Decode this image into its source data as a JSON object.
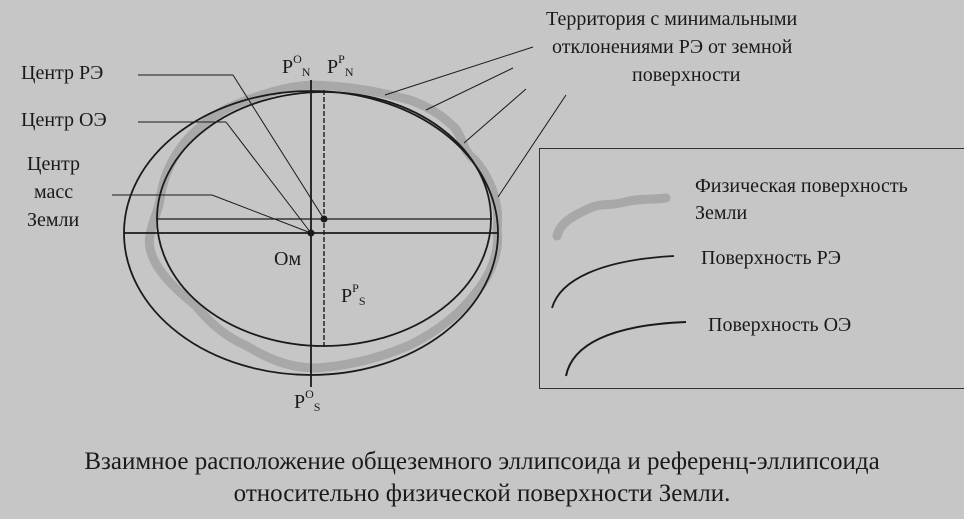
{
  "labels": {
    "territory_line1": "Территория с минимальными",
    "territory_line2": "отклонениями РЭ от земной",
    "territory_line3": "поверхности",
    "center_re": "Центр РЭ",
    "center_oe": "Центр ОЭ",
    "center_mass_line1": "Центр",
    "center_mass_line2": "масс",
    "center_mass_line3": "Земли",
    "om": "Ом"
  },
  "poles": {
    "p": "P",
    "north_o_sup": "O",
    "north_o_sub": "N",
    "north_p_sup": "P",
    "north_p_sub": "N",
    "south_p_sup": "P",
    "south_p_sub": "S",
    "south_o_sup": "O",
    "south_o_sub": "S"
  },
  "legend": {
    "physical_line1": "Физическая поверхность",
    "physical_line2": "Земли",
    "re_surface": "Поверхность РЭ",
    "oe_surface": "Поверхность ОЭ"
  },
  "caption": {
    "line1": "Взаимное расположение общеземного эллипсоида и референц-эллипсоида",
    "line2": "относительно физической поверхности Земли."
  },
  "colors": {
    "background": "#c6c6c6",
    "physical_surface": "#a8a8a8",
    "lines": "#1a1a1a"
  }
}
